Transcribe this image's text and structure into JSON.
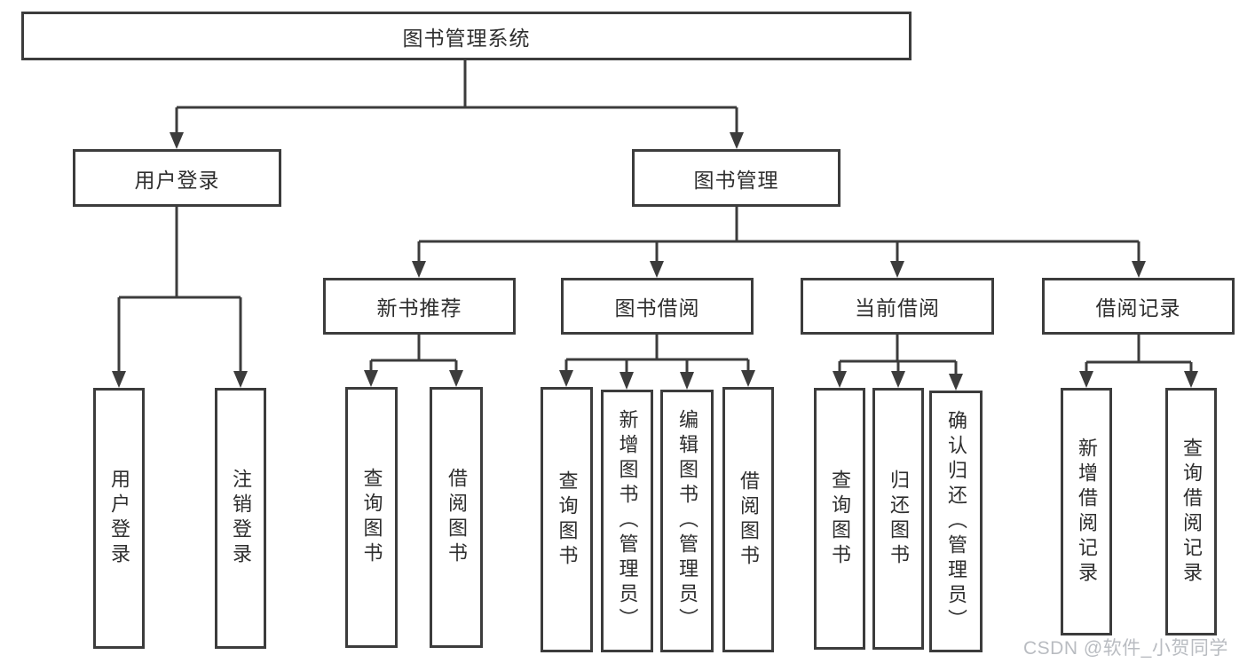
{
  "diagram": {
    "root": {
      "label": "图书管理系统"
    },
    "branches": [
      {
        "label": "用户登录",
        "children": [
          {
            "label": "用户登录"
          },
          {
            "label": "注销登录"
          }
        ]
      },
      {
        "label": "图书管理",
        "children": [
          {
            "label": "新书推荐",
            "children": [
              {
                "label": "查询图书"
              },
              {
                "label": "借阅图书"
              }
            ]
          },
          {
            "label": "图书借阅",
            "children": [
              {
                "label": "查询图书"
              },
              {
                "label": "新增图书（管理员）"
              },
              {
                "label": "编辑图书（管理员）"
              },
              {
                "label": "借阅图书"
              }
            ]
          },
          {
            "label": "当前借阅",
            "children": [
              {
                "label": "查询图书"
              },
              {
                "label": "归还图书"
              },
              {
                "label": "确认归还（管理员）"
              }
            ]
          },
          {
            "label": "借阅记录",
            "children": [
              {
                "label": "新增借阅记录"
              },
              {
                "label": "查询借阅记录"
              }
            ]
          }
        ]
      }
    ],
    "watermark": "CSDN @软件_小贺同学",
    "colors": {
      "line": "#3c3c3c",
      "text": "#2e2e2e",
      "watermark": "#b9bcc1",
      "background": "#ffffff"
    }
  }
}
